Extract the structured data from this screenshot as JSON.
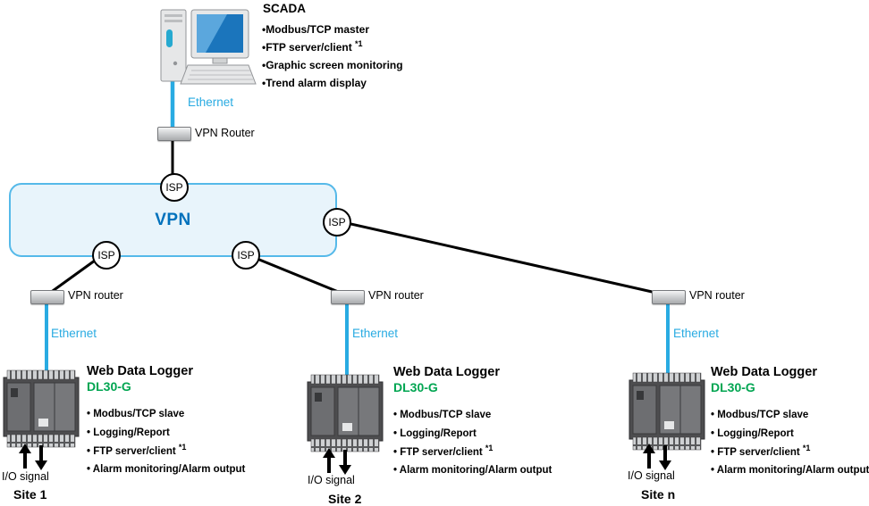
{
  "scada": {
    "title": "SCADA",
    "bullets": [
      {
        "text": "•Modbus/TCP master",
        "sup": ""
      },
      {
        "text": "•FTP server/client ",
        "sup": "*1"
      },
      {
        "text": "•Graphic screen monitoring",
        "sup": ""
      },
      {
        "text": "•Trend alarm display",
        "sup": ""
      }
    ],
    "ethernet_label": "Ethernet",
    "router_label": "VPN Router"
  },
  "vpn": {
    "label": "VPN",
    "isp_label": "ISP"
  },
  "sites": [
    {
      "router_label": "VPN router",
      "ethernet_label": "Ethernet",
      "device_title": "Web Data Logger",
      "device_model": "DL30-G",
      "bullets": [
        {
          "text": "• Modbus/TCP slave",
          "sup": ""
        },
        {
          "text": "• Logging/Report",
          "sup": ""
        },
        {
          "text": "• FTP server/client ",
          "sup": "*1"
        },
        {
          "text": "• Alarm monitoring/Alarm output",
          "sup": ""
        }
      ],
      "io_label": "I/O signal",
      "site_label": "Site 1"
    },
    {
      "router_label": "VPN router",
      "ethernet_label": "Ethernet",
      "device_title": "Web Data Logger",
      "device_model": "DL30-G",
      "bullets": [
        {
          "text": "• Modbus/TCP slave",
          "sup": ""
        },
        {
          "text": "• Logging/Report",
          "sup": ""
        },
        {
          "text": "• FTP server/client ",
          "sup": "*1"
        },
        {
          "text": "• Alarm monitoring/Alarm output",
          "sup": ""
        }
      ],
      "io_label": "I/O signal",
      "site_label": "Site 2"
    },
    {
      "router_label": "VPN router",
      "ethernet_label": "Ethernet",
      "device_title": "Web Data Logger",
      "device_model": "DL30-G",
      "bullets": [
        {
          "text": "• Modbus/TCP slave",
          "sup": ""
        },
        {
          "text": "• Logging/Report",
          "sup": ""
        },
        {
          "text": "• FTP server/client ",
          "sup": "*1"
        },
        {
          "text": "• Alarm monitoring/Alarm output",
          "sup": ""
        }
      ],
      "io_label": "I/O signal",
      "site_label": "Site n"
    }
  ],
  "colors": {
    "ethernet_cyan": "#29abe2",
    "vpn_text_blue": "#0071bc",
    "cloud_fill": "#e8f4fb",
    "model_green": "#00a551"
  }
}
